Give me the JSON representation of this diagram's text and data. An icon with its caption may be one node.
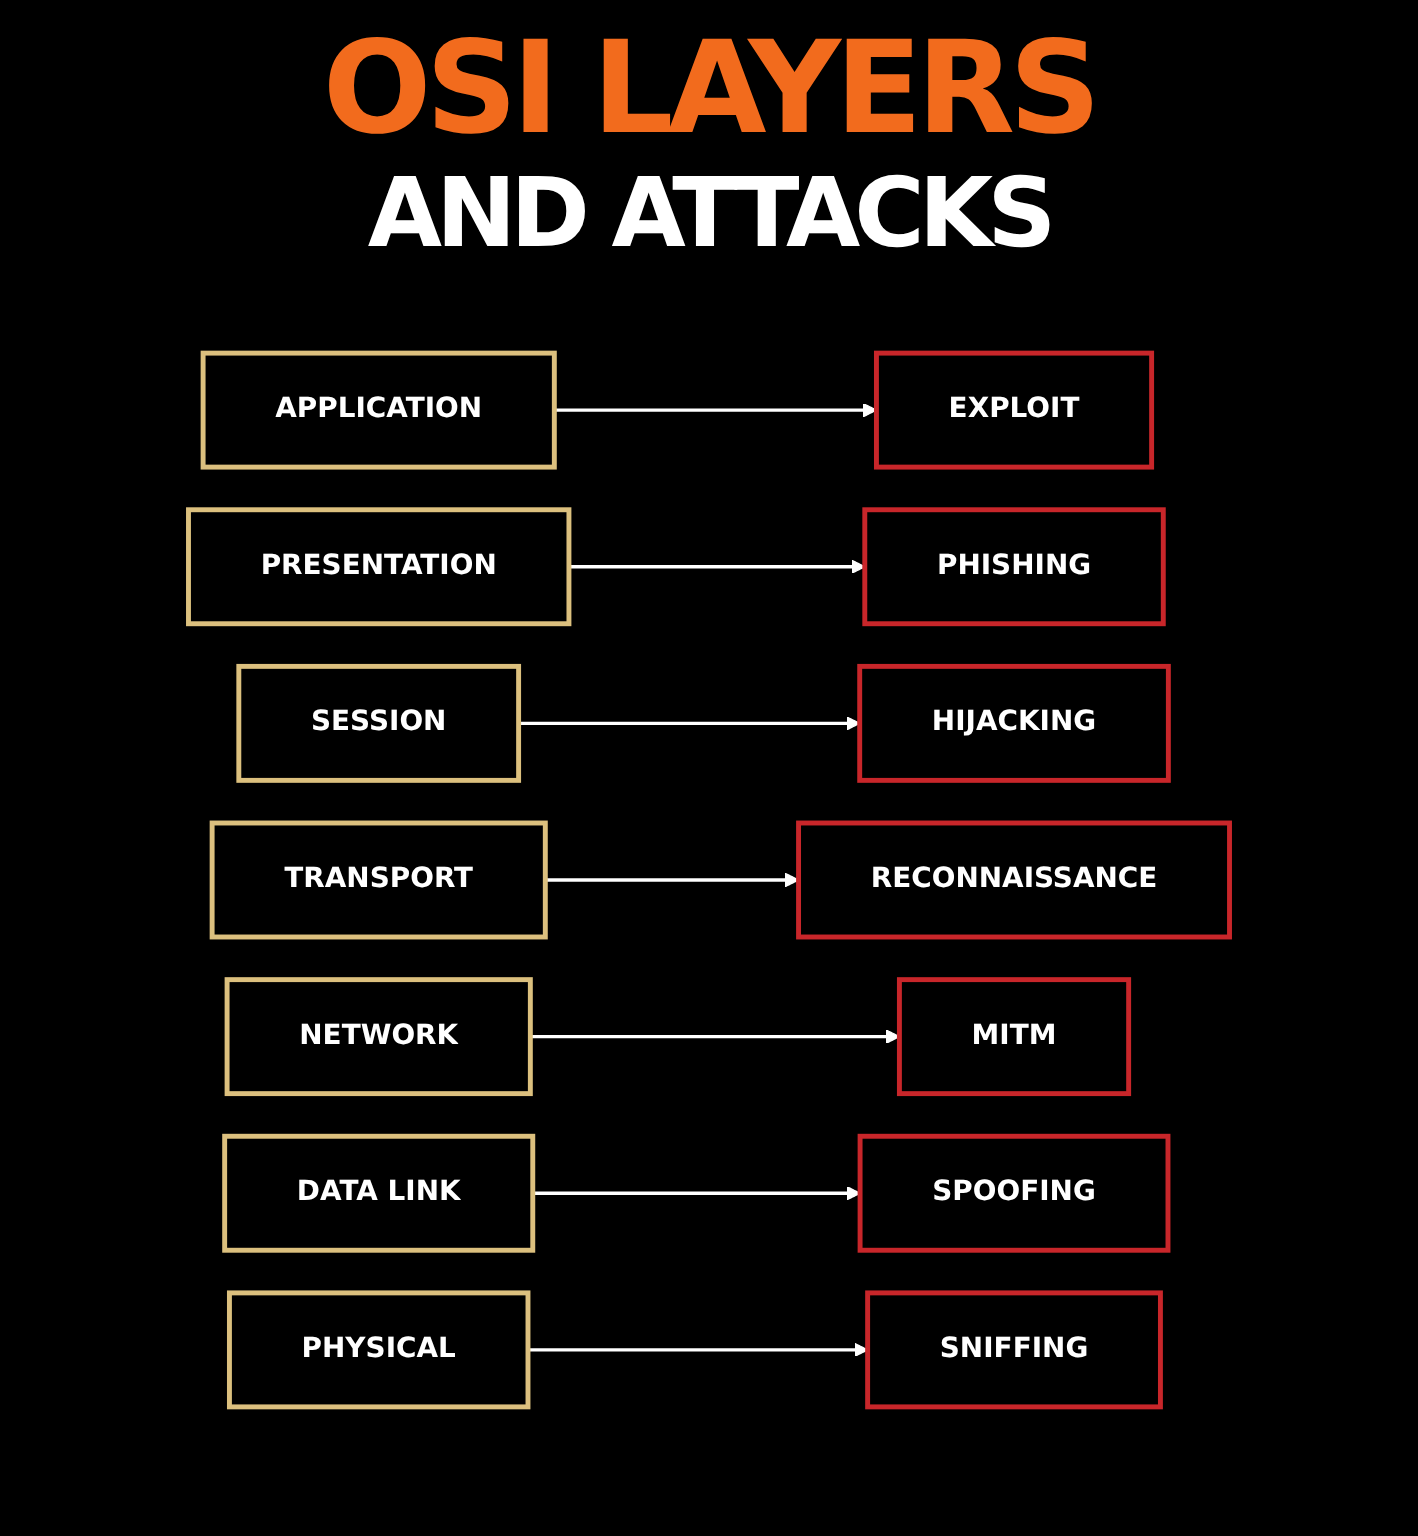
{
  "diagram": {
    "title": "OSI LAYERS",
    "nodes": [
      {
        "text": [
          "APPLICATION"
        ]
      },
      {
        "text": [
          "EXPLOIT"
        ]
      },
      {
        "text": [
          "PRESENTATION"
        ]
      },
      {
        "text": [
          "PHISHING"
        ]
      },
      {
        "text": [
          "SESSION"
        ]
      },
      {
        "text": [
          "HIJACKING"
        ]
      },
      {
        "text": [
          "TRANSPORT"
        ]
      },
      {
        "text": [
          "RECONNAISSANCE"
        ]
      },
      {
        "text": [
          "NETWORK"
        ]
      },
      {
        "text": [
          "MITM"
        ]
      },
      {
        "text": [
          "DATA LINK"
        ]
      },
      {
        "text": [
          "SPOOFING"
        ]
      },
      {
        "text": [
          "PHYSICAL"
        ]
      },
      {
        "text": [
          "SNIFFING"
        ]
      }
    ],
    "edges": [
      {
        "from": 0,
        "to": 1,
        "arrow": "to"
      },
      {
        "from": 2,
        "to": 3,
        "arrow": "to"
      },
      {
        "from": 4,
        "to": 5,
        "arrow": "to"
      },
      {
        "from": 6,
        "to": 7,
        "arrow": "to"
      },
      {
        "from": 8,
        "to": 9,
        "arrow": "to"
      },
      {
        "from": 10,
        "to": 11,
        "arrow": "to"
      },
      {
        "from": 12,
        "to": 13,
        "arrow": "to"
      }
    ],
    "labels": [
      "AND ATTACKS"
    ]
  }
}
